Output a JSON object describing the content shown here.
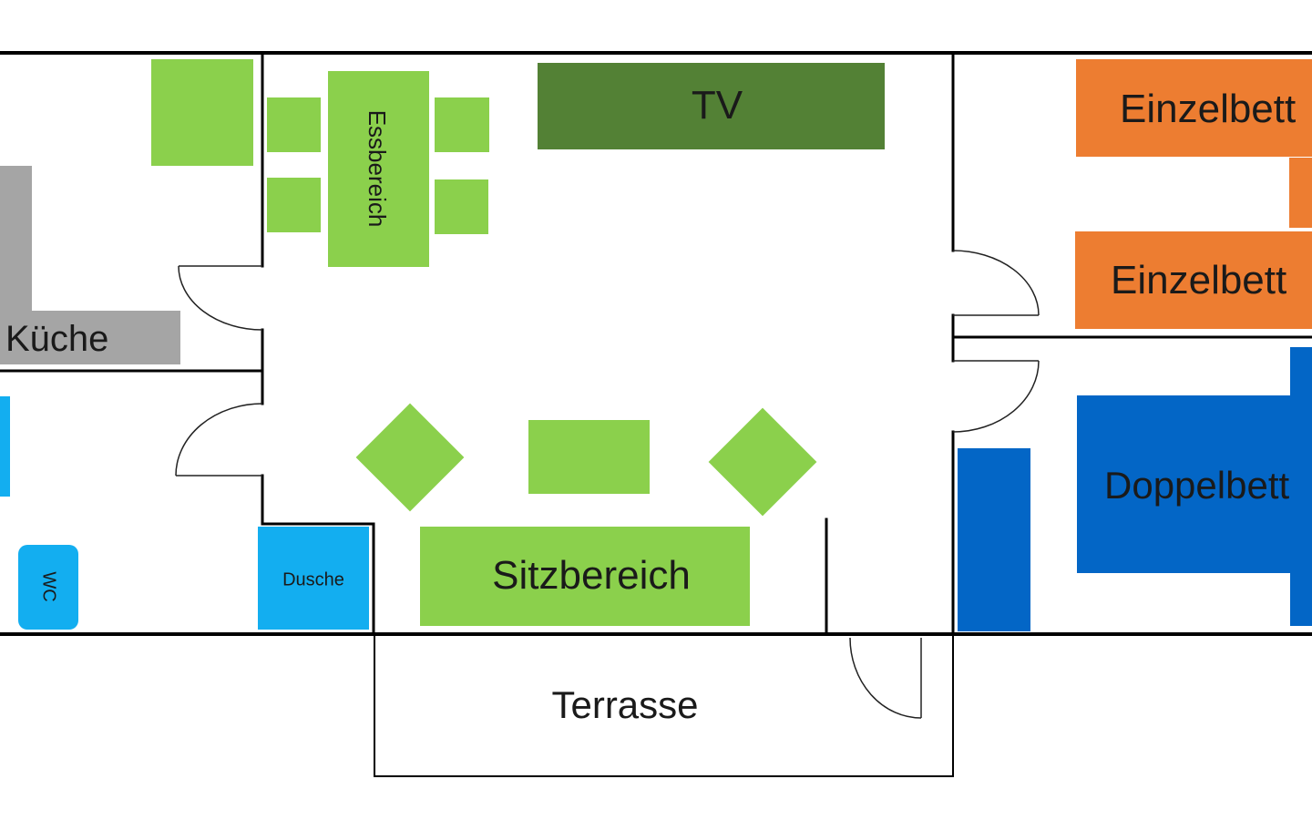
{
  "rooms": {
    "kitchen": "Küche",
    "dining": "Essbereich",
    "tv": "TV",
    "seating": "Sitzbereich",
    "terrace": "Terrasse",
    "shower": "Dusche",
    "wc": "WC",
    "single_bed_1": "Einzelbett",
    "single_bed_2": "Einzelbett",
    "double_bed": "Doppelbett"
  },
  "colors": {
    "light_green": "#8bd04c",
    "dark_green": "#538135",
    "orange": "#ed7d31",
    "gray": "#a5a5a5",
    "light_blue": "#13aef0",
    "dark_blue": "#0366c6",
    "wall": "#000000"
  }
}
